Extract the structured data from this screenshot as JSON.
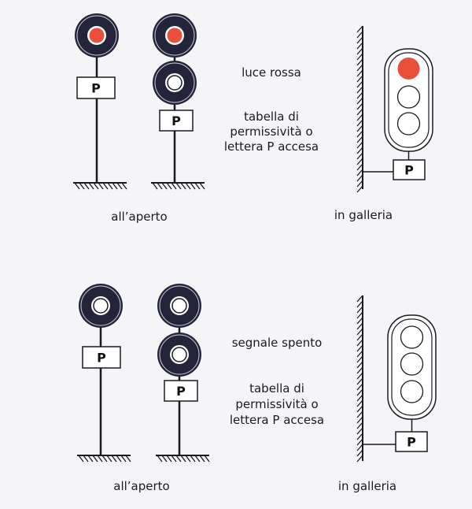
{
  "colors": {
    "red_light": "#e8503c",
    "disc": "#23243a",
    "ink": "#1a1a22",
    "paper": "#f5f5f7"
  },
  "panels": [
    {
      "state_label": "luce rossa",
      "board_lines": [
        "tabella di",
        "permissività o",
        "lettera P accesa"
      ],
      "outdoor_caption": "all’aperto",
      "tunnel_caption": "in galleria",
      "plate_letter": "P",
      "red_lit": true
    },
    {
      "state_label": "segnale spento",
      "board_lines": [
        "tabella di",
        "permissività o",
        "lettera P accesa"
      ],
      "outdoor_caption": "all’aperto",
      "tunnel_caption": "in galleria",
      "plate_letter": "P",
      "red_lit": false
    }
  ]
}
